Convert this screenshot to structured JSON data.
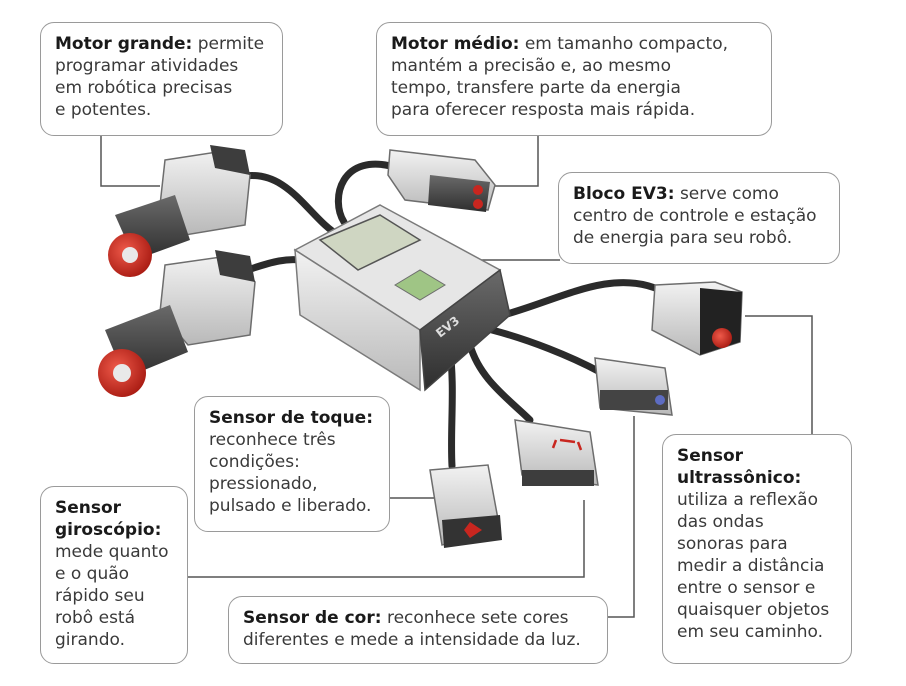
{
  "brand": {
    "ev3_label": "EV3",
    "shade_dark": "#3a3a3a",
    "shade_mid": "#8a8a8a",
    "shade_light": "#dcdcdc",
    "accent_red": "#c8261f",
    "screen_green": "#cfd6c2"
  },
  "callouts": {
    "motor_grande": {
      "title": "Motor grande:",
      "lines": [
        "permite",
        "programar atividades",
        "em robótica precisas",
        "e potentes."
      ]
    },
    "motor_medio": {
      "title": "Motor médio:",
      "lines": [
        "em tamanho compacto,",
        "mantém a precisão e, ao mesmo",
        "tempo, transfere parte da energia",
        "para oferecer resposta mais rápida."
      ]
    },
    "bloco_ev3": {
      "title": "Bloco EV3:",
      "lines": [
        "serve como",
        "centro de controle e estação",
        "de energia para seu robô."
      ]
    },
    "sensor_toque": {
      "title": "Sensor de toque:",
      "lines": [
        "reconhece três",
        "condições:",
        "pressionado,",
        "pulsado e liberado."
      ]
    },
    "sensor_giroscopio": {
      "title_lines": [
        "Sensor",
        "giroscópio:"
      ],
      "lines": [
        "mede quanto",
        "e o quão",
        "rápido seu",
        "robô está",
        "girando."
      ]
    },
    "sensor_cor": {
      "title": "Sensor de cor:",
      "lines": [
        "reconhece sete cores",
        "diferentes e mede a intensidade da luz."
      ]
    },
    "sensor_ultrassonico": {
      "title_lines": [
        "Sensor",
        "ultrassônico:"
      ],
      "lines": [
        "utiliza a reflexão",
        "das ondas",
        "sonoras para",
        "medir a distância",
        "entre o sensor e",
        "quaisquer objetos",
        "em seu caminho."
      ]
    }
  }
}
